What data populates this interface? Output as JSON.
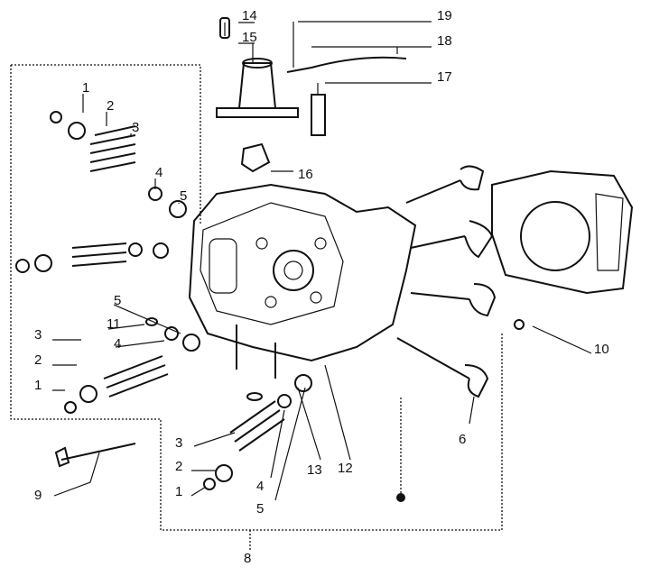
{
  "diagram": {
    "callouts": [
      {
        "id": "c14",
        "text": "14"
      },
      {
        "id": "c15",
        "text": "15"
      },
      {
        "id": "c19",
        "text": "19"
      },
      {
        "id": "c18",
        "text": "18"
      },
      {
        "id": "c17",
        "text": "17"
      },
      {
        "id": "c16",
        "text": "16"
      },
      {
        "id": "c1a",
        "text": "1"
      },
      {
        "id": "c2a",
        "text": "2"
      },
      {
        "id": "c3a",
        "text": "3"
      },
      {
        "id": "c4a",
        "text": "4"
      },
      {
        "id": "c5a",
        "text": "5"
      },
      {
        "id": "c5b",
        "text": "5"
      },
      {
        "id": "c11",
        "text": "11"
      },
      {
        "id": "c4b",
        "text": "4"
      },
      {
        "id": "c3b",
        "text": "3"
      },
      {
        "id": "c2b",
        "text": "2"
      },
      {
        "id": "c1b",
        "text": "1"
      },
      {
        "id": "c10",
        "text": "10"
      },
      {
        "id": "c6",
        "text": "6"
      },
      {
        "id": "c12",
        "text": "12"
      },
      {
        "id": "c13",
        "text": "13"
      },
      {
        "id": "c3c",
        "text": "3"
      },
      {
        "id": "c2c",
        "text": "2"
      },
      {
        "id": "c1c",
        "text": "1"
      },
      {
        "id": "c4c",
        "text": "4"
      },
      {
        "id": "c5c",
        "text": "5"
      },
      {
        "id": "c9",
        "text": "9"
      },
      {
        "id": "c8",
        "text": "8"
      }
    ]
  }
}
